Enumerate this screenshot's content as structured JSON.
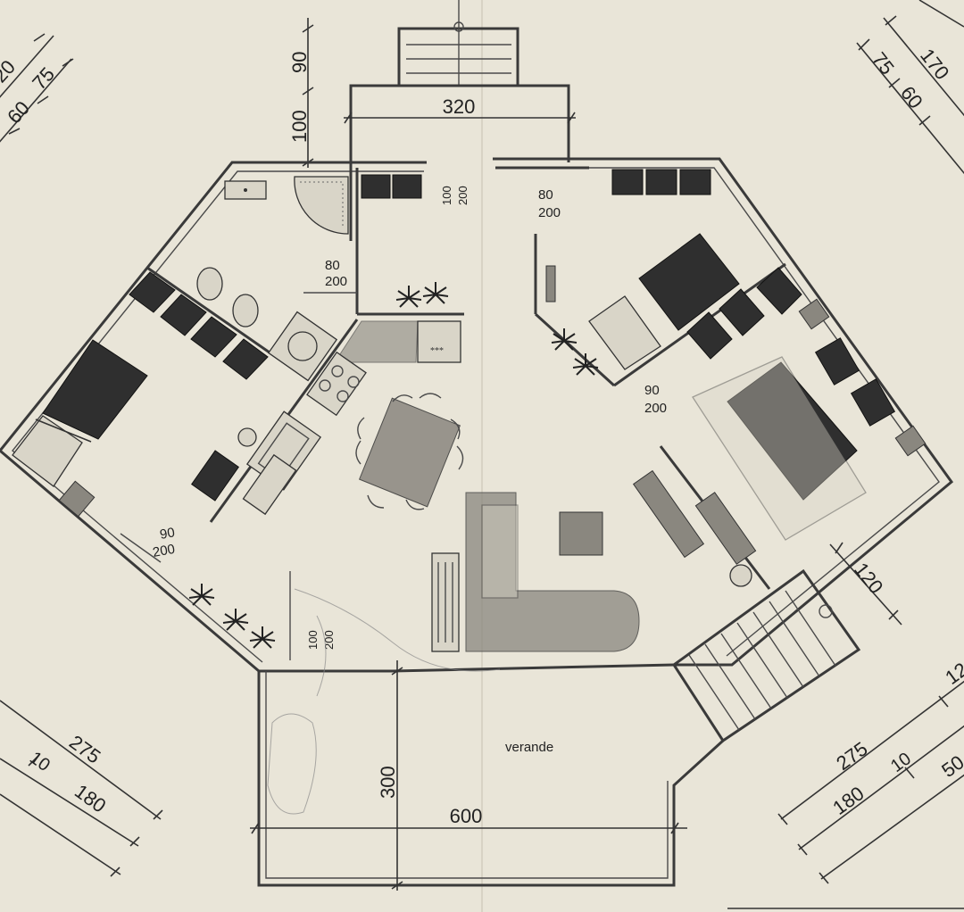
{
  "labels": {
    "dim_320": "320",
    "dim_100_top": "100",
    "dim_90_top": "90",
    "dim_60_tl": "60",
    "dim_75_tl": "75",
    "dim_20_tl": "20",
    "dim_170_tr": "170",
    "dim_75_tr": "75",
    "dim_60_tr": "60",
    "door_center_a": "100",
    "door_center_b": "200",
    "door_tr_a": "80",
    "door_tr_b": "200",
    "door_bath_a": "80",
    "door_bath_b": "200",
    "door_bed_r_a": "90",
    "door_bed_r_b": "200",
    "door_bed_l_a": "90",
    "door_bed_l_b": "200",
    "door_bottom_a": "100",
    "door_bottom_b": "200",
    "dim_120": "120",
    "verande": "verande",
    "dim_300": "300",
    "dim_600": "600",
    "dim_275_l": "275",
    "dim_10_l": "10",
    "dim_180_l": "180",
    "dim_275_r": "275",
    "dim_10_r": "10",
    "dim_180_r": "180",
    "dim_50_r": "50",
    "dim_12_r": "12"
  },
  "colors": {
    "paper": "#e9e5d8",
    "ink": "#333333",
    "furniture_dark": "#2f2f2f"
  },
  "icons": [
    "plant-icon",
    "sink-icon",
    "shower-icon",
    "toilet-icon",
    "stove-icon"
  ]
}
